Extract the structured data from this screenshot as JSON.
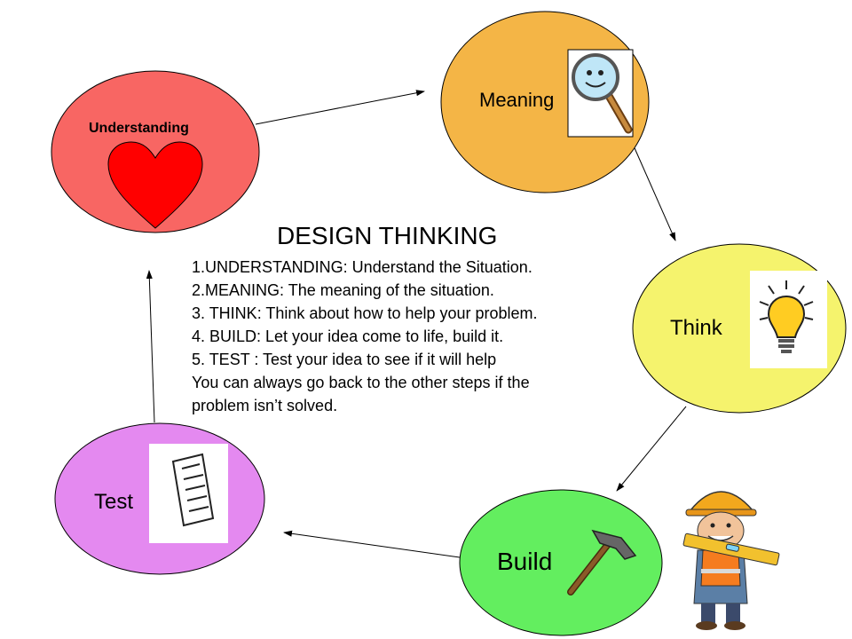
{
  "title": "DESIGN THINKING",
  "lines": [
    "1.UNDERSTANDING: Understand the Situation.",
    "2.MEANING: The meaning of the situation.",
    "3. THINK: Think about how to help your problem.",
    "4. BUILD: Let your idea come to life, build it.",
    "5. TEST : Test your idea to see if it will help",
    "You can always go back to the other steps if the",
    "problem isn’t solved."
  ],
  "nodes": {
    "understanding": {
      "label": "Understanding",
      "color": "#f86663",
      "icon": "heart-icon"
    },
    "meaning": {
      "label": "Meaning",
      "color": "#f4b546",
      "icon": "magnifying-glass-icon"
    },
    "think": {
      "label": "Think",
      "color": "#f5f36d",
      "icon": "light-bulb-icon"
    },
    "build": {
      "label": "Build",
      "color": "#63ee5f",
      "icon": "hammer-icon"
    },
    "test": {
      "label": "Test",
      "color": "#e489f0",
      "icon": "test-paper-icon"
    }
  },
  "decorations": {
    "worker": "construction-worker-illustration"
  }
}
